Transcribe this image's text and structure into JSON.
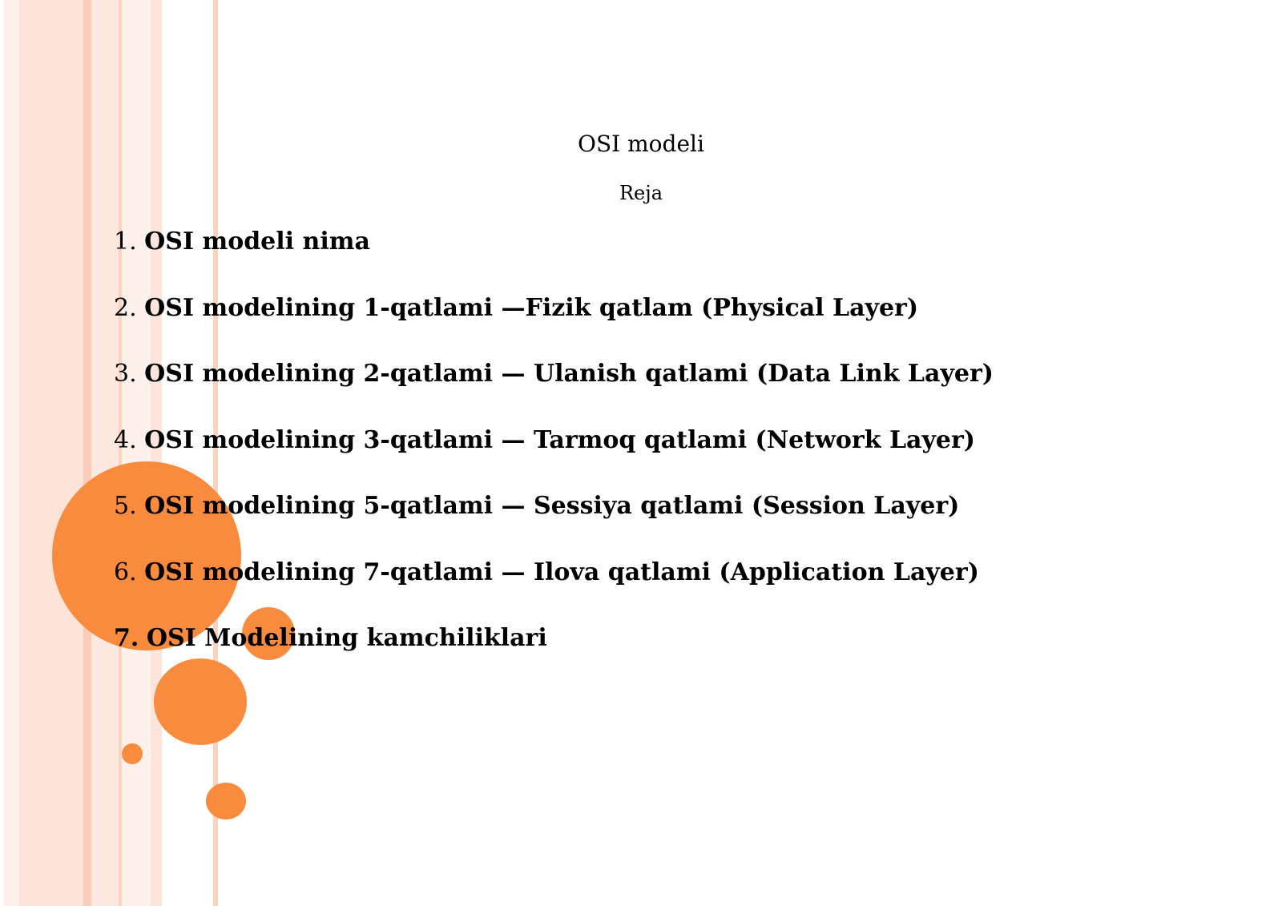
{
  "document": {
    "title": "OSI modeli",
    "subtitle": "Reja",
    "plan_items": [
      {
        "number": "1.",
        "text": "OSI modeli nima"
      },
      {
        "number": "2.",
        "text": "OSI modelining 1-qatlami —Fizik qatlam (Physical Layer)"
      },
      {
        "number": "3.",
        "text": "OSI modelining 2-qatlami — Ulanish qatlami (Data Link Layer)"
      },
      {
        "number": "4.",
        "text": "OSI modelining 3-qatlami — Tarmoq qatlami (Network Layer)"
      },
      {
        "number": "5.",
        "text": "OSI modelining 5-qatlami — Sessiya qatlami (Session Layer)"
      },
      {
        "number": "6.",
        "text": "OSI modelining 7-qatlami — Ilova qatlami (Application Layer)"
      },
      {
        "number": "7.",
        "text": "OSI Modelining kamchiliklari"
      }
    ]
  },
  "theme": {
    "accent": "#f98b3e",
    "stripe_light": "#fde3d8",
    "stripe_mid": "#fbcdb8"
  }
}
